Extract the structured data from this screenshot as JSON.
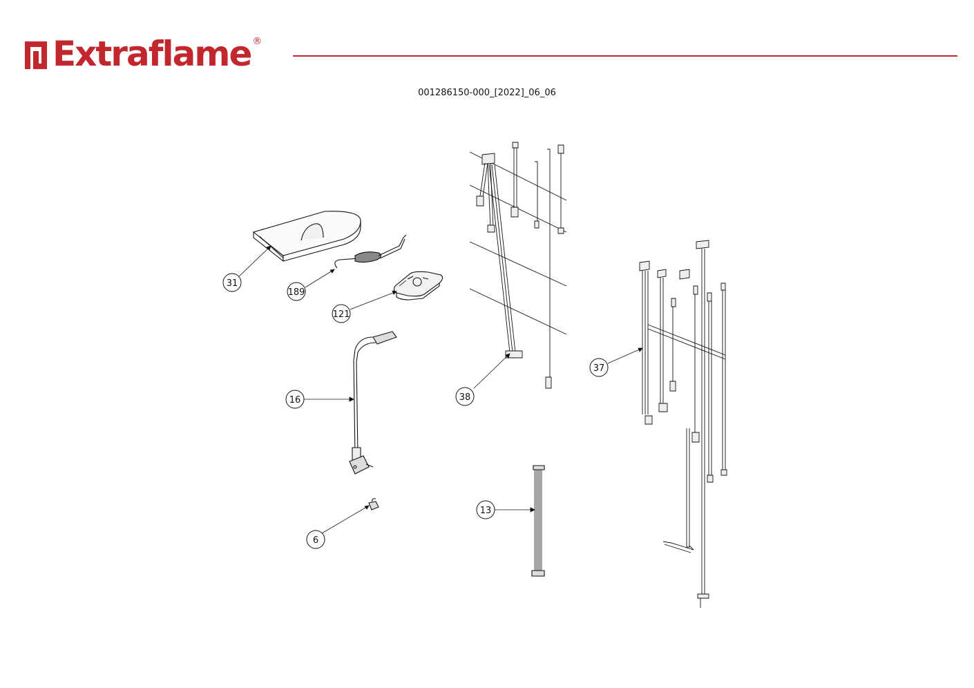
{
  "brand": {
    "name": "Extraflame",
    "registered_mark": "®",
    "color": "#c1272d"
  },
  "document": {
    "code": "001286150-000_[2022]_06_06"
  },
  "callouts": [
    {
      "id": "c31",
      "label": "31",
      "part": "cover-panel"
    },
    {
      "id": "c189",
      "label": "189",
      "part": "probe-cable"
    },
    {
      "id": "c121",
      "label": "121",
      "part": "remote-control"
    },
    {
      "id": "c16",
      "label": "16",
      "part": "power-cord"
    },
    {
      "id": "c6",
      "label": "6",
      "part": "small-connector"
    },
    {
      "id": "c38",
      "label": "38",
      "part": "wiring-harness-left"
    },
    {
      "id": "c13",
      "label": "13",
      "part": "flat-cable"
    },
    {
      "id": "c37",
      "label": "37",
      "part": "wiring-harness-right"
    }
  ]
}
